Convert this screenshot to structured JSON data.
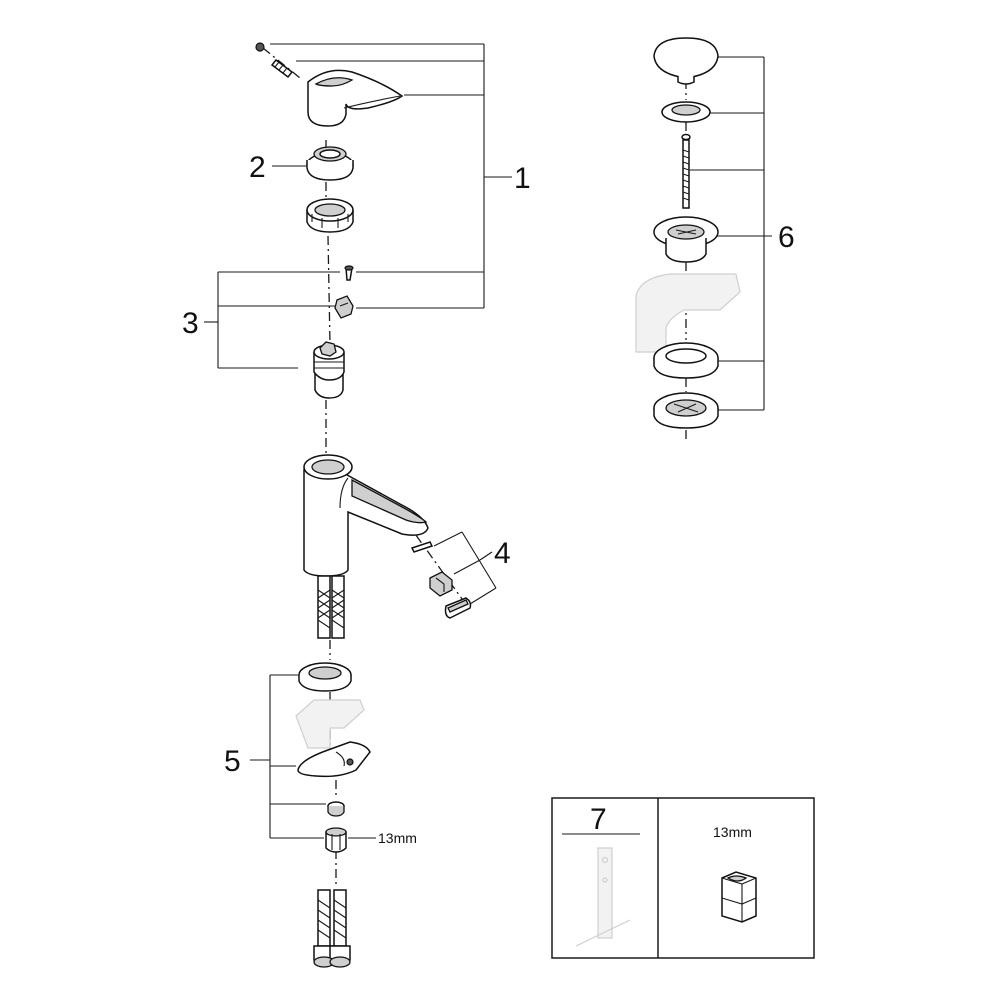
{
  "callouts": {
    "c1": "1",
    "c2": "2",
    "c3": "3",
    "c4": "4",
    "c5": "5",
    "c6": "6",
    "c7": "7"
  },
  "labels": {
    "nut_size": "13mm",
    "box_nut_size": "13mm"
  },
  "colors": {
    "line": "#1a1a1a",
    "ghost": "#cfcfcf"
  }
}
